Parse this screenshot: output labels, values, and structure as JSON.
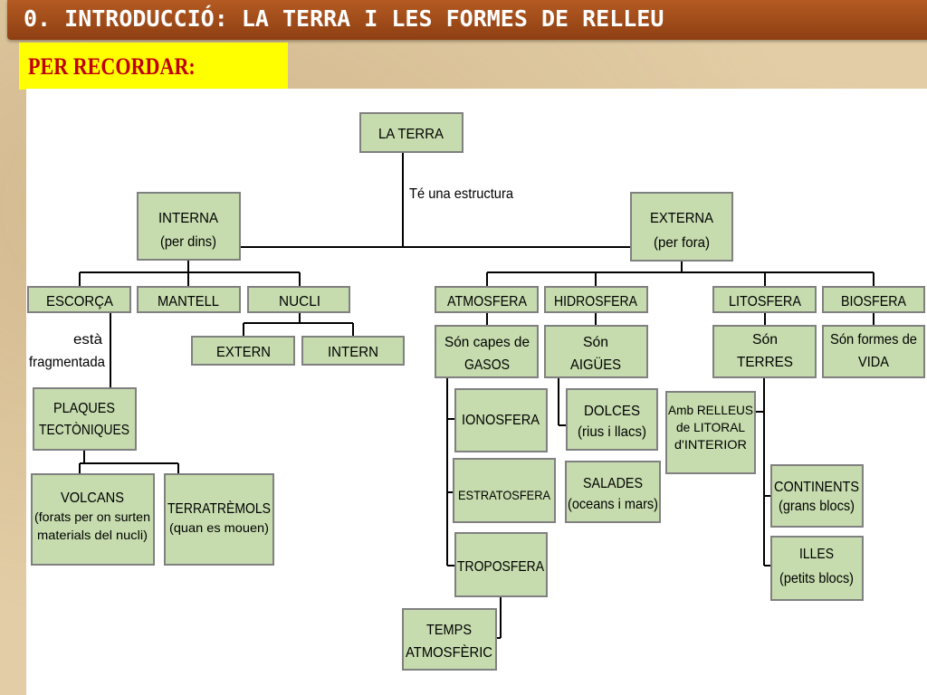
{
  "header": {
    "title": "0. INTRODUCCIÓ: LA TERRA I LES FORMES DE RELLEU",
    "badge": "PER RECORDAR:"
  },
  "diagram": {
    "root": "LA TERRA",
    "edge_label": "Té una estructura",
    "interna": {
      "line1": "INTERNA",
      "line2": "(per dins)"
    },
    "externa": {
      "line1": "EXTERNA",
      "line2": "(per fora)"
    },
    "escorca": "ESCORÇA",
    "mantell": "MANTELL",
    "nucli": "NUCLI",
    "extern": "EXTERN",
    "intern": "INTERN",
    "esta_fragmentada": {
      "line1": "està",
      "line2": "fragmentada"
    },
    "plaques": {
      "line1": "PLAQUES",
      "line2": "TECTÒNIQUES"
    },
    "volcans": {
      "line1": "VOLCANS",
      "line2": "(forats per on surten",
      "line3": "materials del nucli)"
    },
    "terratremols": {
      "line1": "TERRATRÈMOLS",
      "line2": "(quan es mouen)"
    },
    "atmosfera": "ATMOSFERA",
    "hidrosfera": "HIDROSFERA",
    "litosfera": "LITOSFERA",
    "biosfera": "BIOSFERA",
    "capes_gasos": {
      "line1": "Són capes de",
      "line2": "GASOS"
    },
    "aigues": {
      "line1": "Són",
      "line2": "AIGÜES"
    },
    "terres": {
      "line1": "Són",
      "line2": "TERRES"
    },
    "vida": {
      "line1": "Són formes de",
      "line2": "VIDA"
    },
    "ionosfera": "IONOSFERA",
    "estratosfera": "ESTRATOSFERA",
    "troposfera": "TROPOSFERA",
    "temps": {
      "line1": "TEMPS",
      "line2": "ATMOSFÈRIC"
    },
    "dolces": {
      "line1": "DOLCES",
      "line2": "(rius i llacs)"
    },
    "salades": {
      "line1": "SALADES",
      "line2": "(oceans i mars)"
    },
    "relleus": {
      "line1": "Amb RELLEUS",
      "line2": "de LITORAL",
      "line3": "d'INTERIOR"
    },
    "continents": {
      "line1": "CONTINENTS",
      "line2": "(grans blocs)"
    },
    "illes": {
      "line1": "ILLES",
      "line2": "(petits blocs)"
    }
  }
}
